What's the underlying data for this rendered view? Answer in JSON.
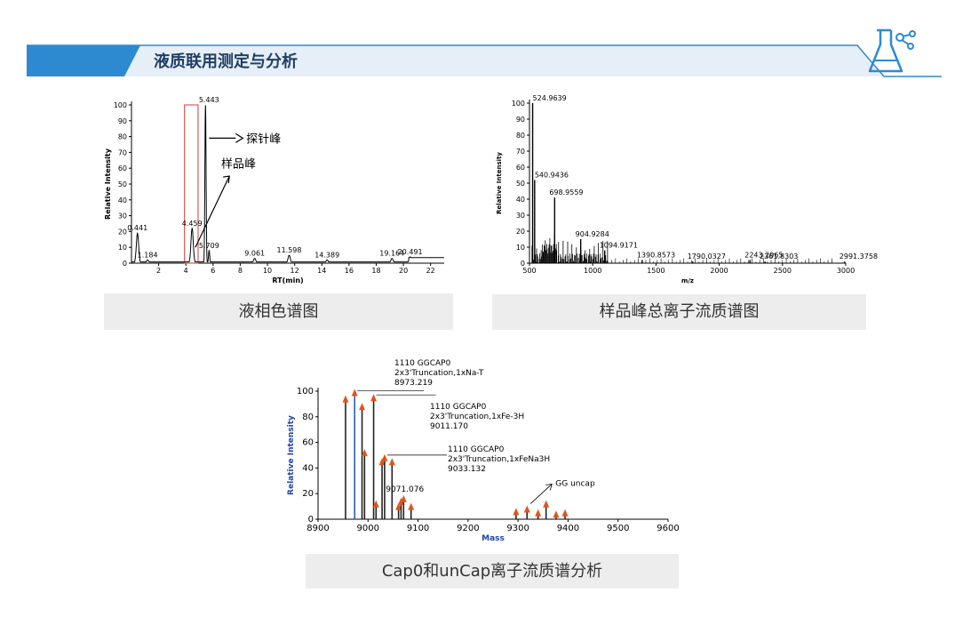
{
  "header": {
    "title": "液质联用测定与分析",
    "accent": "#2e8ad0",
    "band": "#e6eef7",
    "logo_icon": "flask-molecule-icon"
  },
  "captions": {
    "lc": "液相色谱图",
    "ms": "样品峰总离子流质谱图",
    "cap": "Cap0和unCap离子流质谱分析"
  },
  "chart_data": [
    {
      "type": "line",
      "ylabel": "Relative Intensity",
      "xlabel": "RT(min)",
      "xlim": [
        0,
        23
      ],
      "ylim": [
        0,
        100
      ],
      "xticks": [
        2,
        4,
        6,
        8,
        10,
        12,
        14,
        16,
        18,
        20,
        22
      ],
      "yticks": [
        0,
        10,
        20,
        30,
        40,
        50,
        60,
        70,
        80,
        90,
        100
      ],
      "peaks": [
        {
          "x": 0.441,
          "y": 19,
          "label": "0.441"
        },
        {
          "x": 1.184,
          "y": 2,
          "label": "1.184"
        },
        {
          "x": 4.459,
          "y": 22,
          "label": "4.459"
        },
        {
          "x": 5.443,
          "y": 100,
          "label": "5.443"
        },
        {
          "x": 5.709,
          "y": 8,
          "label": "5.709"
        },
        {
          "x": 9.061,
          "y": 3,
          "label": "9.061"
        },
        {
          "x": 11.598,
          "y": 5,
          "label": "11.598"
        },
        {
          "x": 14.389,
          "y": 2,
          "label": "14.389"
        },
        {
          "x": 19.164,
          "y": 3,
          "label": "19.164"
        },
        {
          "x": 20.491,
          "y": 4,
          "label": "20.491"
        }
      ],
      "highlight_box": {
        "x0": 3.9,
        "x1": 4.9
      },
      "annotations": [
        {
          "text": "探针峰",
          "target_x": 5.443,
          "target_y": 79
        },
        {
          "text": "样品峰",
          "target_x": 4.7,
          "target_y": 10
        }
      ]
    },
    {
      "type": "bar",
      "ylabel": "Relative Intensity",
      "xlabel": "m/z",
      "xlim": [
        500,
        3000
      ],
      "ylim": [
        0,
        100
      ],
      "xticks": [
        500,
        1000,
        1500,
        2000,
        2500,
        3000
      ],
      "yticks": [
        0,
        10,
        20,
        30,
        40,
        50,
        60,
        70,
        80,
        90,
        100
      ],
      "peaks": [
        {
          "x": 524.9639,
          "y": 100,
          "label": "524.9639"
        },
        {
          "x": 540.9436,
          "y": 52,
          "label": "540.9436"
        },
        {
          "x": 698.9559,
          "y": 41,
          "label": "698.9559"
        },
        {
          "x": 904.9284,
          "y": 15,
          "label": "904.9284"
        },
        {
          "x": 1094.9171,
          "y": 8,
          "label": "1094.9171"
        },
        {
          "x": 1390.8573,
          "y": 2,
          "label": "1390.8573"
        },
        {
          "x": 1790.0327,
          "y": 1,
          "label": "1790.0327"
        },
        {
          "x": 2243.2965,
          "y": 2,
          "label": "2243.2965"
        },
        {
          "x": 2361.8303,
          "y": 1,
          "label": "2361.8303"
        },
        {
          "x": 2991.3758,
          "y": 1,
          "label": "2991.3758"
        }
      ]
    },
    {
      "type": "bar",
      "ylabel": "Relative Intensity",
      "xlabel": "Mass",
      "xlim": [
        8900,
        9600
      ],
      "ylim": [
        0,
        100
      ],
      "xticks": [
        8900,
        9000,
        9100,
        9200,
        9300,
        9400,
        9500,
        9600
      ],
      "yticks": [
        0,
        20,
        40,
        60,
        80,
        100
      ],
      "peaks": [
        {
          "x": 8955,
          "y": 94
        },
        {
          "x": 8973.219,
          "y": 99
        },
        {
          "x": 8988,
          "y": 88
        },
        {
          "x": 8993,
          "y": 52
        },
        {
          "x": 9011.17,
          "y": 95
        },
        {
          "x": 9016,
          "y": 12
        },
        {
          "x": 9028,
          "y": 45
        },
        {
          "x": 9033.132,
          "y": 48
        },
        {
          "x": 9048,
          "y": 45
        },
        {
          "x": 9061,
          "y": 10
        },
        {
          "x": 9066,
          "y": 14
        },
        {
          "x": 9071.076,
          "y": 16
        },
        {
          "x": 9086,
          "y": 10
        },
        {
          "x": 9296,
          "y": 6
        },
        {
          "x": 9318,
          "y": 8
        },
        {
          "x": 9340,
          "y": 5
        },
        {
          "x": 9356,
          "y": 12
        },
        {
          "x": 9376,
          "y": 4
        },
        {
          "x": 9394,
          "y": 5
        }
      ],
      "labels": [
        {
          "lines": [
            "1110 GGCAP0",
            "2x3'Truncation,1xNa-T",
            "8973.219"
          ],
          "x": 8973.219,
          "y": 99
        },
        {
          "lines": [
            "1110 GGCAP0",
            "2x3'Truncation,1xFe-3H",
            "9011.170"
          ],
          "x": 9011.17,
          "y": 95
        },
        {
          "lines": [
            "1110 GGCAP0",
            "2x3'Truncation,1xFeNa3H",
            "9033.132"
          ],
          "x": 9033.132,
          "y": 48
        },
        {
          "lines": [
            "9071.076"
          ],
          "x": 9071.076,
          "y": 16
        },
        {
          "lines": [
            "GG uncap"
          ],
          "x": 9318,
          "y": 8
        }
      ],
      "colors": {
        "peak": "#222222",
        "highlight": "#2b5fb8",
        "marker": "#e0541b",
        "axis_label": "#2444a8"
      }
    }
  ]
}
